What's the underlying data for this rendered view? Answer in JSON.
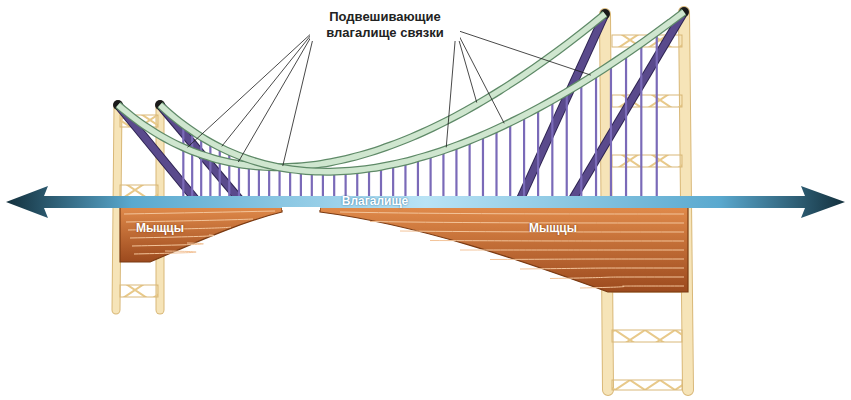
{
  "diagram": {
    "labels": [
      "Подвешивающие влагалище связки",
      "Влагалище",
      "Мыщцы",
      "Мыщцы"
    ]
  }
}
